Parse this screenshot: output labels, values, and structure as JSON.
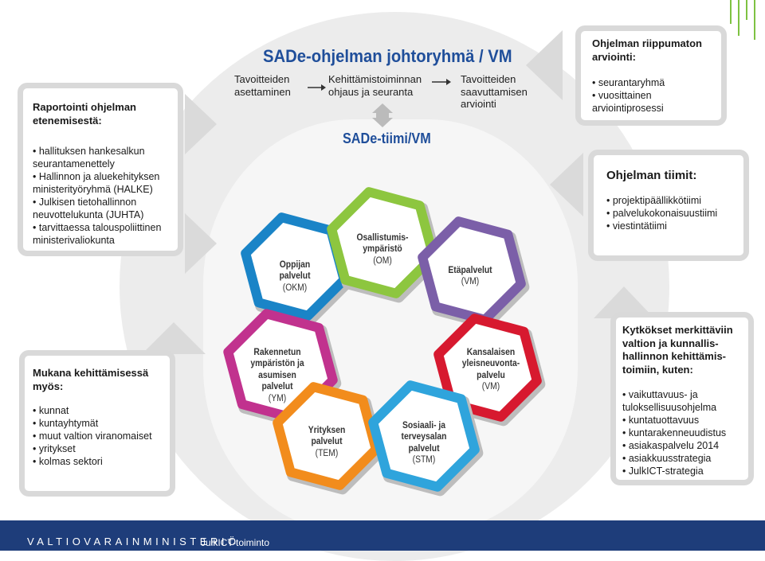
{
  "header": {
    "title": "SADe-ohjelman johtoryhmä / VM",
    "steps": [
      "Tavoitteiden asettaminen",
      "Kehittämistoiminnan ohjaus ja seuranta",
      "Tavoitteiden saavuttamisen arviointi"
    ],
    "team": "SADe-tiimi/VM"
  },
  "left_top": {
    "title": "Raportointi ohjelman etenemisestä:",
    "items": [
      "hallituksen hankesalkun seurantamenettely",
      "Hallinnon ja aluekehityksen ministerityöryhmä (HALKE)",
      "Julkisen tietohallinnon neuvottelukunta (JUHTA)",
      "tarvittaessa talouspoliittinen ministerivaliokunta"
    ]
  },
  "left_bottom": {
    "title": "Mukana kehittämisessä myös:",
    "items": [
      "kunnat",
      "kuntayhtymät",
      "muut valtion viranomaiset",
      "yritykset",
      "kolmas sektori"
    ]
  },
  "right_top": {
    "title": "Ohjelman riippumaton arviointi:",
    "items": [
      "seurantaryhmä",
      "vuosittainen arviointiprosessi"
    ]
  },
  "right_mid": {
    "title": "Ohjelman tiimit:",
    "items": [
      "projektipäällikkötiimi",
      "palvelukokonaisuustiimi",
      "viestintätiimi"
    ]
  },
  "right_bottom": {
    "title": "Kytkökset merkittäviin valtion ja kunnallis-hallinnon kehittämis-toimiin, kuten:",
    "items": [
      "vaikuttavuus- ja tuloksellisuusohjelma",
      "kuntatuottavuus",
      "kuntarakenneuudistus",
      "asiakaspalvelu 2014",
      "asiakkuusstrategia",
      "JulkICT-strategia"
    ]
  },
  "hexagons": [
    {
      "name": "Oppijan palvelut",
      "ministry": "(OKM)",
      "color": "#1a84c7"
    },
    {
      "name": "Osallistumis-ympäristö",
      "ministry": "(OM)",
      "color": "#8dc63f"
    },
    {
      "name": "Etäpalvelut",
      "ministry": "(VM)",
      "color": "#7b5fa8"
    },
    {
      "name": "Rakennetun ympäristön ja asumisen palvelut",
      "ministry": "(YM)",
      "color": "#c1328e"
    },
    {
      "name": "Kansalaisen yleisneuvonta-palvelu",
      "ministry": "(VM)",
      "color": "#d7192f"
    },
    {
      "name": "Yrityksen palvelut",
      "ministry": "(TEM)",
      "color": "#f28c1c"
    },
    {
      "name": "Sosiaali- ja terveysalan palvelut",
      "ministry": "(STM)",
      "color": "#2fa4dc"
    }
  ],
  "footer": {
    "org": "VALTIOVARAINMINISTERIÖ",
    "text": "JulkICT-toiminto"
  }
}
